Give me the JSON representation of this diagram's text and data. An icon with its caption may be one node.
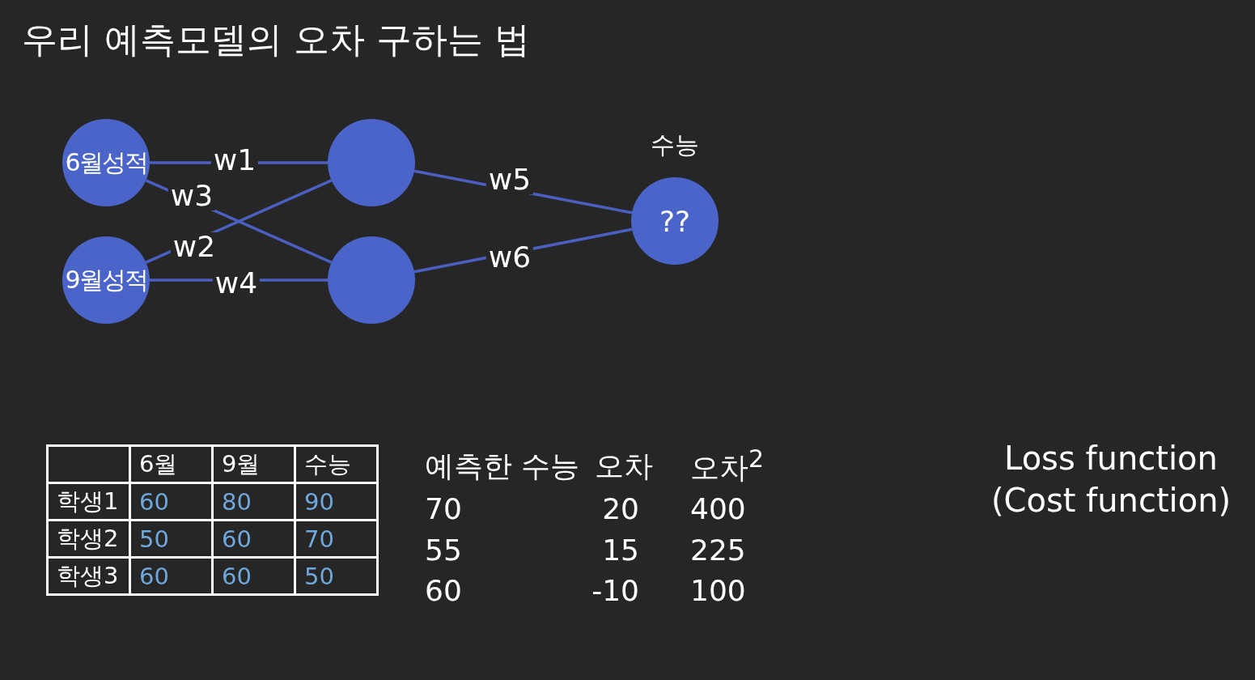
{
  "diagram": {
    "title": "우리 예측모델의 오차 구하는 법",
    "nodes": [
      {
        "text": [
          "6월성적"
        ]
      },
      {
        "text": [
          "9월성적"
        ]
      },
      {
        "text": [],
        "shape": "circle"
      },
      {
        "text": [],
        "shape": "circle"
      },
      {
        "text": [
          "??"
        ],
        "beside": [
          "수능"
        ]
      }
    ],
    "edges": [
      {
        "from": 0,
        "to": 2,
        "arrow": "none",
        "label": "w1"
      },
      {
        "from": 0,
        "to": 3,
        "arrow": "none",
        "label": "w3"
      },
      {
        "from": 1,
        "to": 2,
        "arrow": "none",
        "label": "w2"
      },
      {
        "from": 1,
        "to": 3,
        "arrow": "none",
        "label": "w4"
      },
      {
        "from": 2,
        "to": 4,
        "arrow": "none",
        "label": "w5"
      },
      {
        "from": 3,
        "to": 4,
        "arrow": "none",
        "label": "w6"
      }
    ],
    "labels": [
      "6월",
      "9월",
      "수능",
      "학생1",
      "60",
      "80",
      "90",
      "학생2",
      "50",
      "60",
      "70",
      "학생3",
      "60",
      "60",
      "50",
      "예측한 수능",
      "오차",
      "오차$^{2}$",
      "70",
      "20",
      "400",
      "55",
      "15",
      "225",
      "60",
      "-10",
      "100",
      "Loss function (Cost function)"
    ]
  }
}
